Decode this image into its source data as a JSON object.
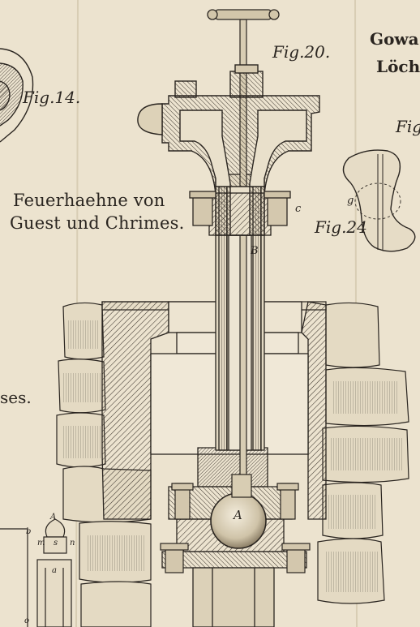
{
  "title": {
    "line1": "Feuerhaehne von",
    "line2": "Guest und Chrimes."
  },
  "corner_text": {
    "line1": "Gowa",
    "line2": "Löch"
  },
  "figure_labels": {
    "fig14": "Fig.14.",
    "fig20": "Fig.20.",
    "fig24": "Fig.24",
    "fig_partial": "Fig"
  },
  "part_labels": {
    "a_ball": "A",
    "b_rod": "B",
    "c_flange": "c",
    "g_fig24": "g",
    "a_small_fig": "A",
    "b_small_fig": "b",
    "m": "m",
    "s": "s",
    "n": "n",
    "a_small": "a",
    "o": "o"
  },
  "fragment_text": "ses.",
  "colors": {
    "paper": "#ece3cf",
    "ink": "#2a2520",
    "stone_light": "#e4dac3",
    "hatch": "#3a332b"
  }
}
